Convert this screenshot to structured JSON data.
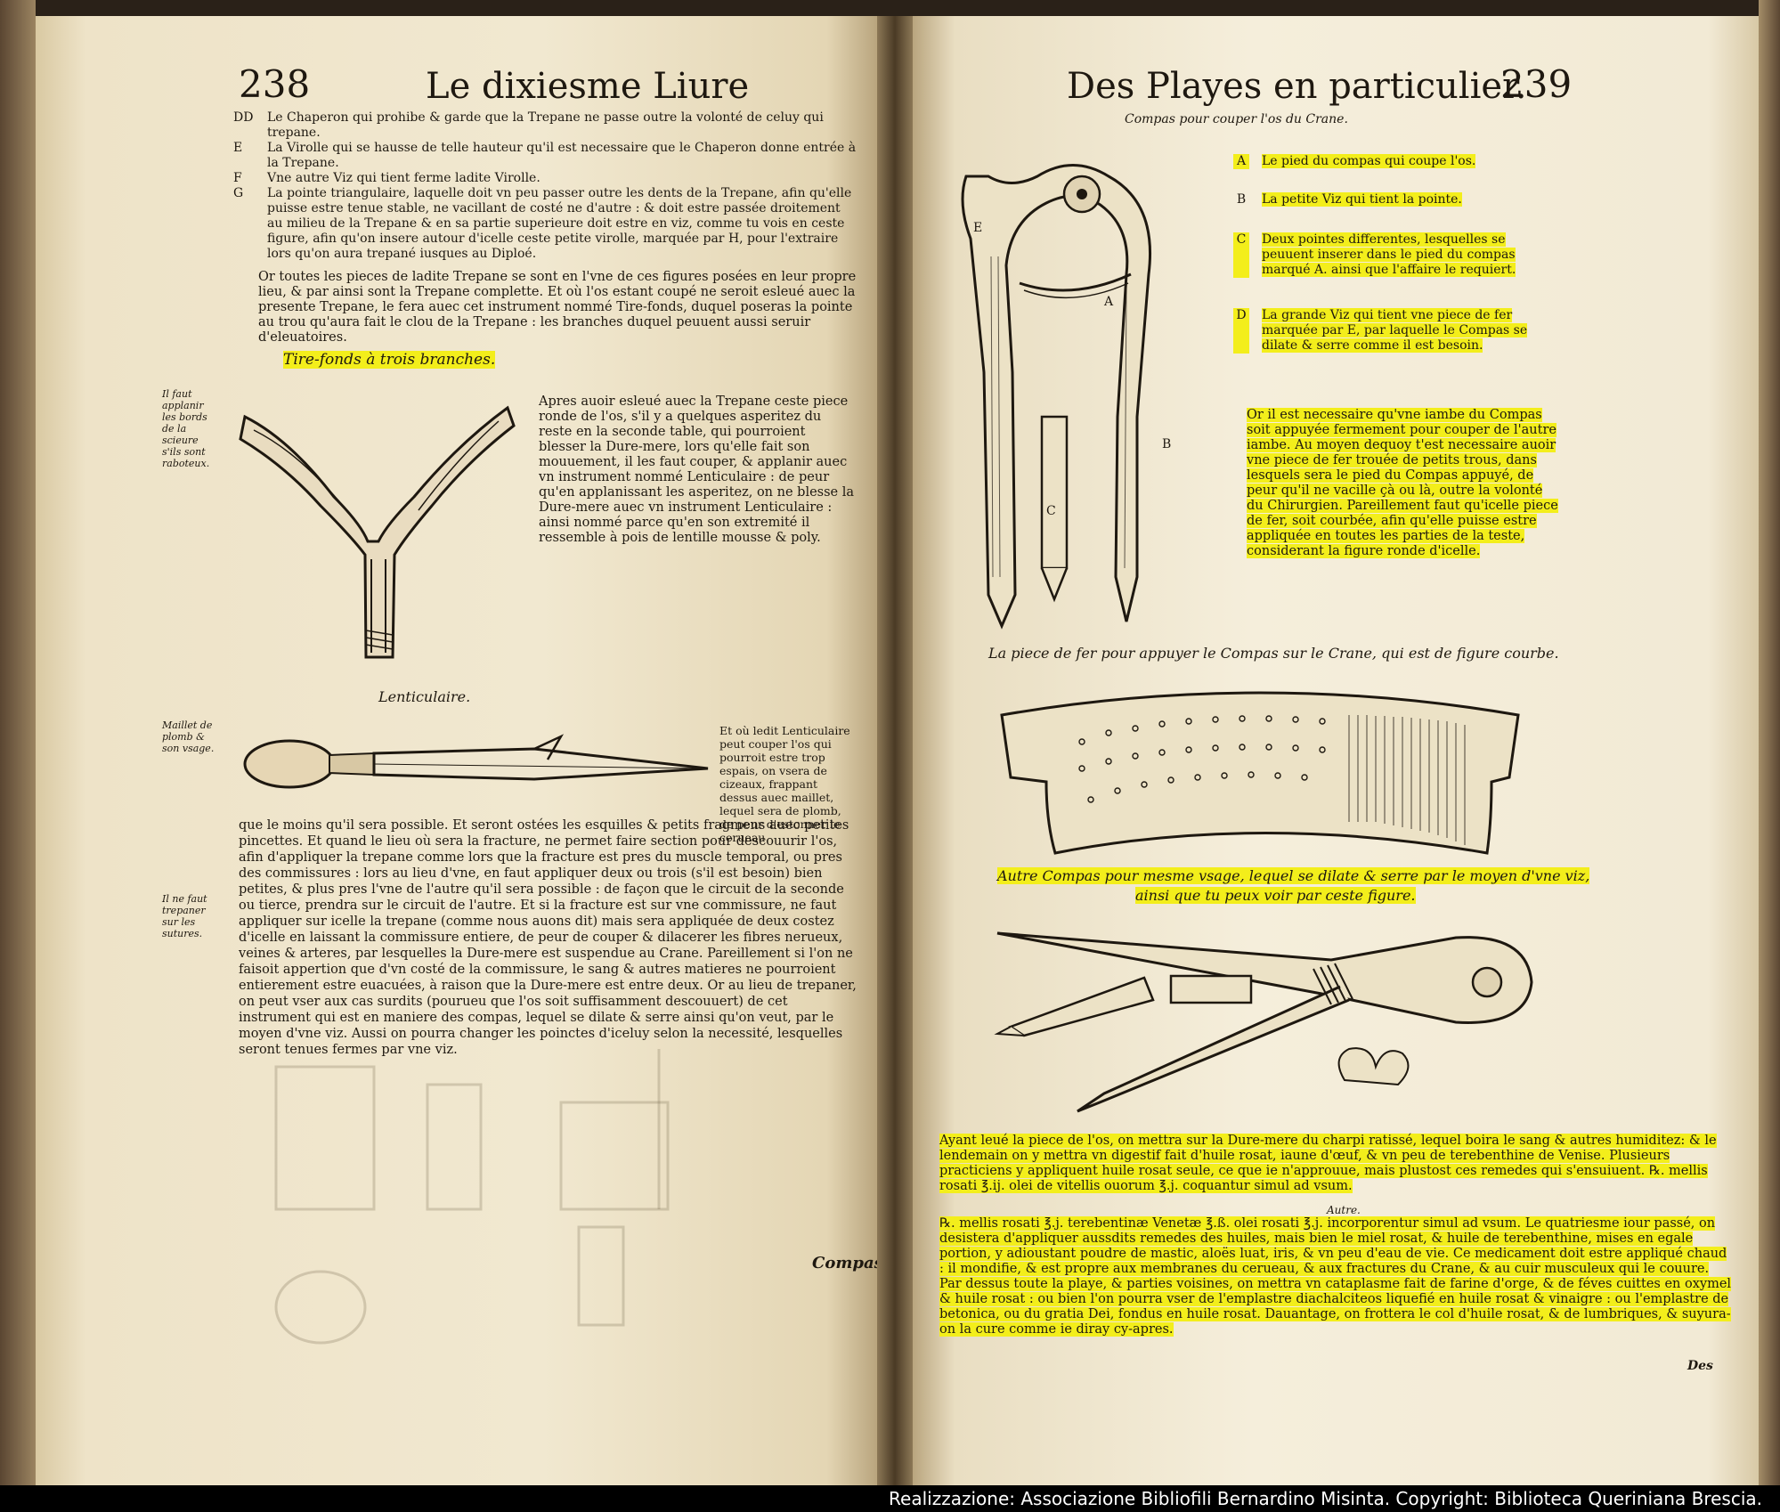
{
  "left_page": {
    "page_number": "238",
    "running_head": "Le dixiesme Liure",
    "key_items": [
      {
        "label": "DD",
        "text": "Le Chaperon qui prohibe & garde que la Trepane ne passe outre la volonté de celuy qui trepane."
      },
      {
        "label": "E",
        "text": "La Virolle qui se hausse de telle hauteur qu'il est necessaire que le Chaperon donne entrée à la Trepane."
      },
      {
        "label": "F",
        "text": "Vne autre Viz qui tient ferme ladite Virolle."
      },
      {
        "label": "G",
        "text": "La pointe triangulaire, laquelle doit vn peu passer outre les dents de la Trepane, afin qu'elle puisse estre tenue stable, ne vacillant de costé ne d'autre : & doit estre passée droitement au milieu de la Trepane & en sa partie superieure doit estre en viz, comme tu vois en ceste figure, afin qu'on insere autour d'icelle ceste petite virolle, marquée par H, pour l'extraire lors qu'on aura trepané iusques au Diploé."
      }
    ],
    "para_intro": "Or toutes les pieces de ladite Trepane se sont en l'vne de ces figures posées en leur propre lieu, & par ainsi sont la Trepane complette. Et où l'os estant coupé ne seroit esleué auec la presente Trepane, le fera auec cet instrument nommé Tire-fonds, duquel poseras la pointe au trou qu'aura fait le clou de la Trepane : les branches duquel peuuent aussi seruir d'eleuatoires.",
    "heading_tirefonds": "Tire-fonds à trois branches.",
    "margin_note_1": "Il faut applanir les bords de la scieure s'ils sont raboteux.",
    "para_apres": "Apres auoir esleué auec la Trepane ceste piece ronde de l'os, s'il y a quelques asperitez du reste en la seconde table, qui pourroient blesser la Dure-mere, lors qu'elle fait son mouuement, il les faut couper, & applanir auec vn instrument nommé Lenticulaire : de peur qu'en applanissant les asperitez, on ne blesse la Dure-mere auec vn instrument Lenticulaire : ainsi nommé parce qu'en son extremité il ressemble à pois de lentille mousse & poly.",
    "caption_lenticulaire": "Lenticulaire.",
    "margin_note_2": "Maillet de plomb & son vsage.",
    "para_lenticulaire": "Et où ledit Lenticulaire peut couper l'os qui pourroit estre trop espais, on vsera de cizeaux, frappant dessus auec maillet, lequel sera de plomb, de peur d'estonner le cerueau",
    "margin_note_3": "Il ne faut trepaner sur les sutures.",
    "para_main": "que le moins qu'il sera possible. Et seront ostées les esquilles & petits fragmens auec petites pincettes. Et quand le lieu où sera la fracture, ne permet faire section pour descouurir l'os, afin d'appliquer la trepane comme lors que la fracture est pres du muscle temporal, ou pres des commissures : lors au lieu d'vne, en faut appliquer deux ou trois (s'il est besoin) bien petites, & plus pres l'vne de l'autre qu'il sera possible : de façon que le circuit de la seconde ou tierce, prendra sur le circuit de l'autre. Et si la fracture est sur vne commissure, ne faut appliquer sur icelle la trepane (comme nous auons dit) mais sera appliquée de deux costez d'icelle en laissant la commissure entiere, de peur de couper & dilacerer les fibres nerueux, veines & arteres, par lesquelles la Dure-mere est suspendue au Crane. Pareillement si l'on ne faisoit appertion que d'vn costé de la commissure, le sang & autres matieres ne pourroient entierement estre euacuées, à raison que la Dure-mere est entre deux. Or au lieu de trepaner, on peut vser aux cas surdits (pourueu que l'os soit suffisamment descouuert) de cet instrument qui est en maniere des compas, lequel se dilate & serre ainsi qu'on veut, par le moyen d'vne viz. Aussi on pourra changer les poinctes d'iceluy selon la necessité, lesquelles seront tenues fermes par vne viz.",
    "catchword": "Compas"
  },
  "right_page": {
    "page_number": "239",
    "running_head": "Des Playes en particulier.",
    "caption_compas": "Compas pour couper l'os du Crane.",
    "key_items": [
      {
        "label": "A",
        "text": "Le pied du compas qui coupe l'os."
      },
      {
        "label": "B",
        "text": "La petite Viz qui tient la pointe."
      },
      {
        "label": "C",
        "text": "Deux pointes differentes, lesquelles se peuuent inserer dans le pied du compas marqué A. ainsi que l'affaire le requiert."
      },
      {
        "label": "D",
        "text": "La grande Viz qui tient vne piece de fer marquée par E, par laquelle le Compas se dilate & serre comme il est besoin."
      }
    ],
    "para_compas": "Or il est necessaire qu'vne iambe du Compas soit appuyée fermement pour couper de l'autre iambe. Au moyen dequoy t'est necessaire auoir vne piece de fer trouée de petits trous, dans lesquels sera le pied du Compas appuyé, de peur qu'il ne vacille çà ou là, outre la volonté du Chirurgien. Pareillement faut qu'icelle piece de fer, soit courbée, afin qu'elle puisse estre appliquée en toutes les parties de la teste, considerant la figure ronde d'icelle.",
    "caption_piece": "La piece de fer pour appuyer le Compas sur le Crane, qui est de figure courbe.",
    "caption_autre_1": "Autre Compas pour mesme vsage, lequel se dilate & serre par le moyen d'vne viz,",
    "caption_autre_2": "ainsi que tu peux voir par ceste figure.",
    "para_ayant": "Ayant leué la piece de l'os, on mettra sur la Dure-mere du charpi ratissé, lequel boira le sang & autres humiditez: & le lendemain on y mettra vn digestif fait d'huile rosat, iaune d'œuf, & vn peu de terebenthine de Venise. Plusieurs practiciens y appliquent huile rosat seule, ce que ie n'approuue, mais plustost ces remedes qui s'ensuiuent. ℞. mellis rosati ℥.ij. olei de vitellis ouorum ℥.j. coquantur simul ad vsum.",
    "autre_label": "Autre.",
    "para_recipe": "℞. mellis rosati ℥.j. terebentinæ Venetæ ℥.ß. olei rosati ℥.j. incorporentur simul ad vsum. Le quatriesme iour passé, on desistera d'appliquer aussdits remedes des huiles, mais bien le miel rosat, & huile de terebenthine, mises en egale portion, y adioustant poudre de mastic, aloës luat, iris, & vn peu d'eau de vie. Ce medicament doit estre appliqué chaud : il mondifie, & est propre aux membranes du cerueau, & aux fractures du Crane, & au cuir musculeux qui le couure. Par dessus toute la playe, & parties voisines, on mettra vn cataplasme fait de farine d'orge, & de féves cuittes en oxymel & huile rosat : ou bien l'on pourra vser de l'emplastre diachalciteos liquefié en huile rosat & vinaigre : ou l'emplastre de betonica, ou du gratia Dei, fondus en huile rosat. Dauantage, on frottera le col d'huile rosat, & de lumbriques, & suyura-on la cure comme ie diray cy-apres.",
    "catchword": "Des"
  },
  "footer_credit": "Realizzazione: Associazione Bibliofili Bernardino Misinta. Copyright: Biblioteca Queriniana Brescia.",
  "colors": {
    "highlight": "#f3ee1b",
    "paper": "#f1e8d0",
    "ink": "#1e1810"
  }
}
